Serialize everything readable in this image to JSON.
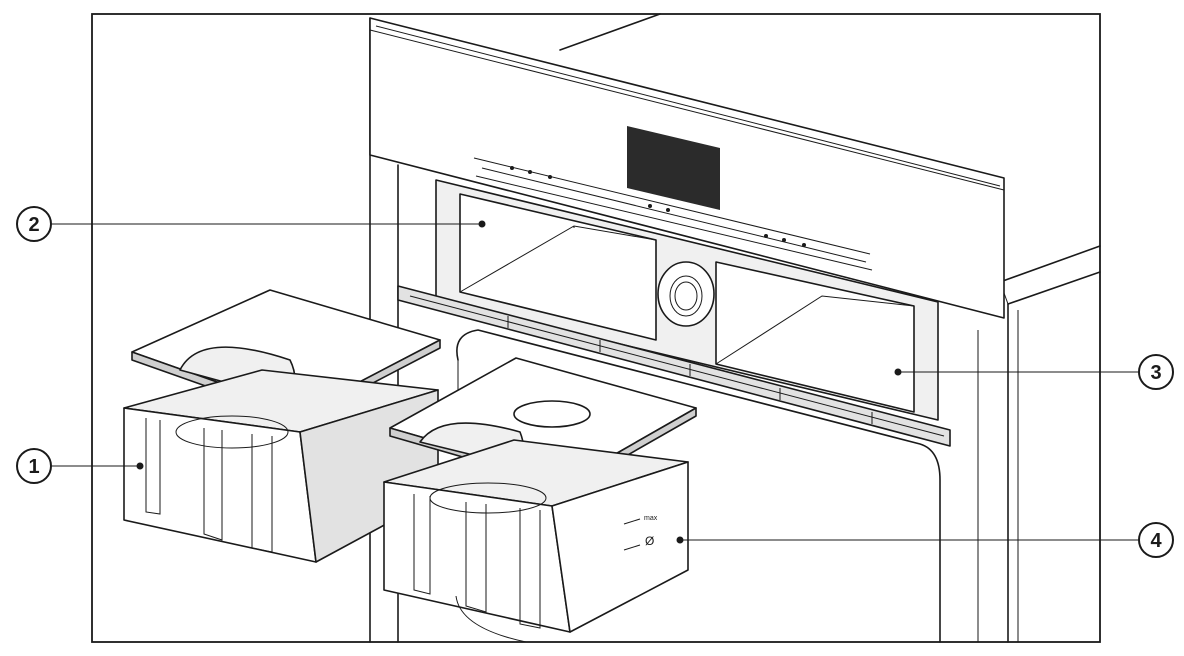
{
  "figure": {
    "callouts": [
      {
        "id": "c1",
        "number": "1"
      },
      {
        "id": "c2",
        "number": "2"
      },
      {
        "id": "c3",
        "number": "3"
      },
      {
        "id": "c4",
        "number": "4"
      }
    ],
    "tank_scale": {
      "max_label": "max",
      "mark_label": "Ø"
    },
    "colors": {
      "line": "#1a1a1a",
      "display": "#2b2b2b",
      "callout_fill": "#ffffff"
    }
  }
}
